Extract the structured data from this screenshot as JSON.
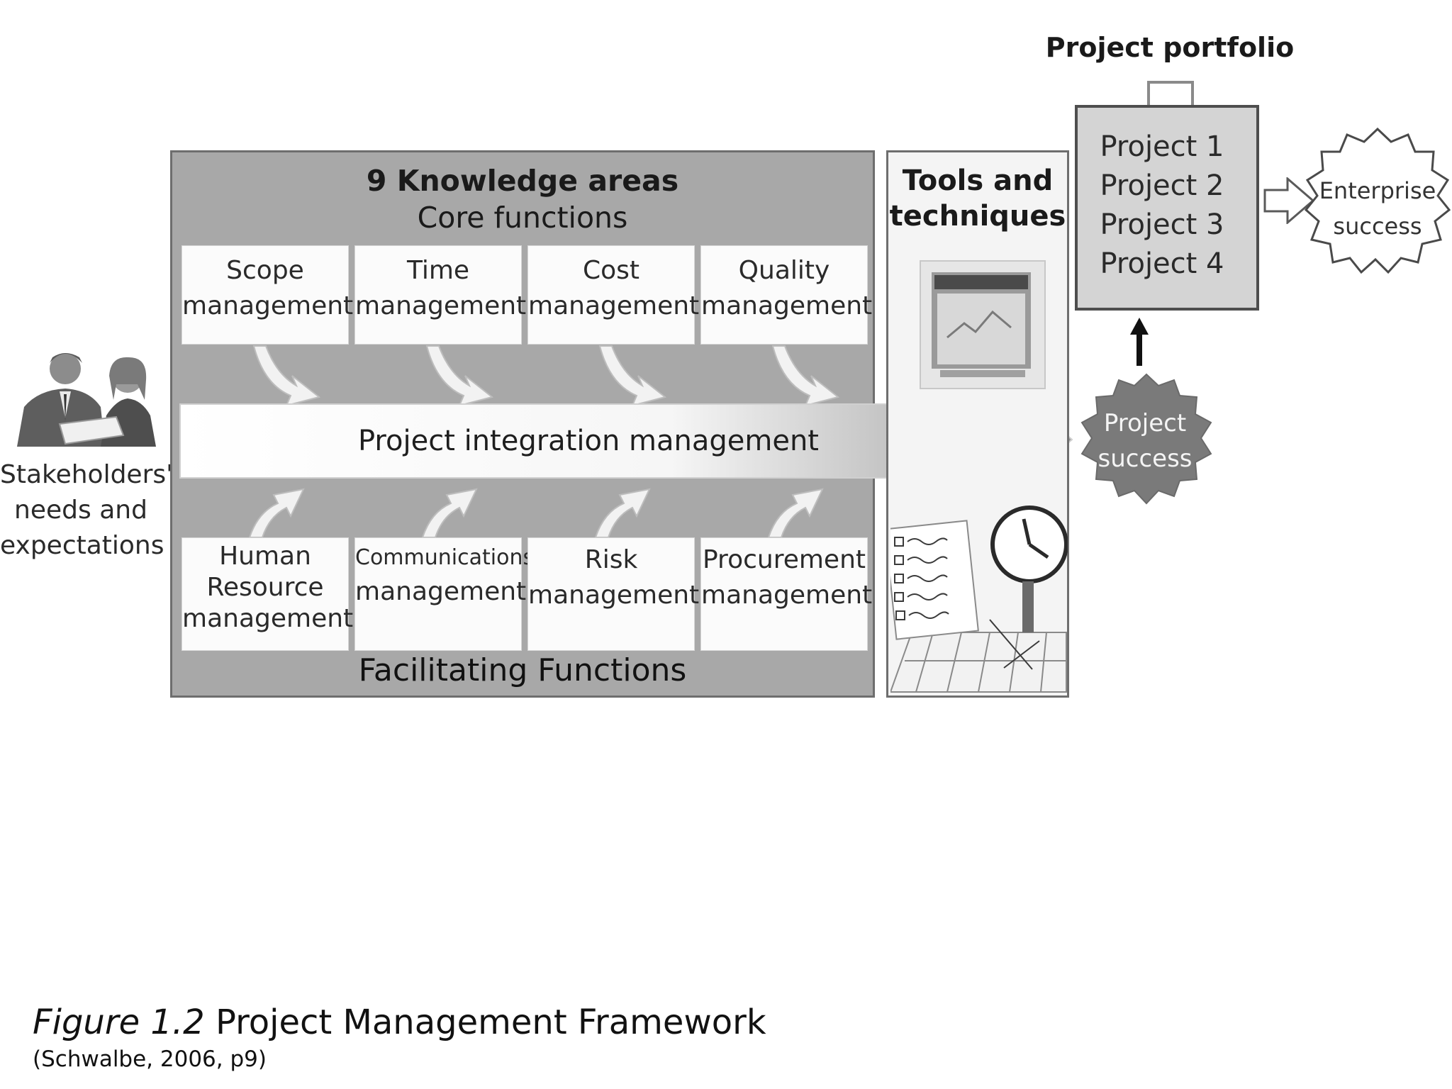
{
  "stakeholders": {
    "label_lines": [
      "Stakeholders'",
      "needs and",
      "expectations"
    ]
  },
  "knowledge_areas": {
    "title": "9 Knowledge areas",
    "subtitle": "Core functions",
    "core": [
      {
        "lines": [
          "Scope",
          "management"
        ]
      },
      {
        "lines": [
          "Time",
          "management"
        ]
      },
      {
        "lines": [
          "Cost",
          "management"
        ]
      },
      {
        "lines": [
          "Quality",
          "management"
        ]
      }
    ],
    "facilitating": [
      {
        "lines": [
          "Human",
          "Resource",
          "management"
        ]
      },
      {
        "lines": [
          "Communications",
          "management"
        ]
      },
      {
        "lines": [
          "Risk",
          "management"
        ]
      },
      {
        "lines": [
          "Procurement",
          "management"
        ]
      }
    ],
    "integration": "Project integration management",
    "facilitating_label": "Facilitating Functions"
  },
  "tools": {
    "label_lines": [
      "Tools and",
      "techniques"
    ]
  },
  "portfolio": {
    "title": "Project portfolio",
    "projects": [
      "Project 1",
      "Project 2",
      "Project 3",
      "Project 4"
    ]
  },
  "project_success": {
    "lines": [
      "Project",
      "success"
    ]
  },
  "enterprise_success": {
    "lines": [
      "Enterprise",
      "success"
    ]
  },
  "caption": {
    "figure_label": "Figure 1.2",
    "title": "Project Management Framework",
    "citation": "(Schwalbe, 2006, p9)"
  },
  "colors": {
    "panel_gray": "#a8a8a8",
    "border_dark": "#6e6e6e",
    "box_white": "#fbfbfb",
    "project_success_fill": "#7a7a7a"
  }
}
